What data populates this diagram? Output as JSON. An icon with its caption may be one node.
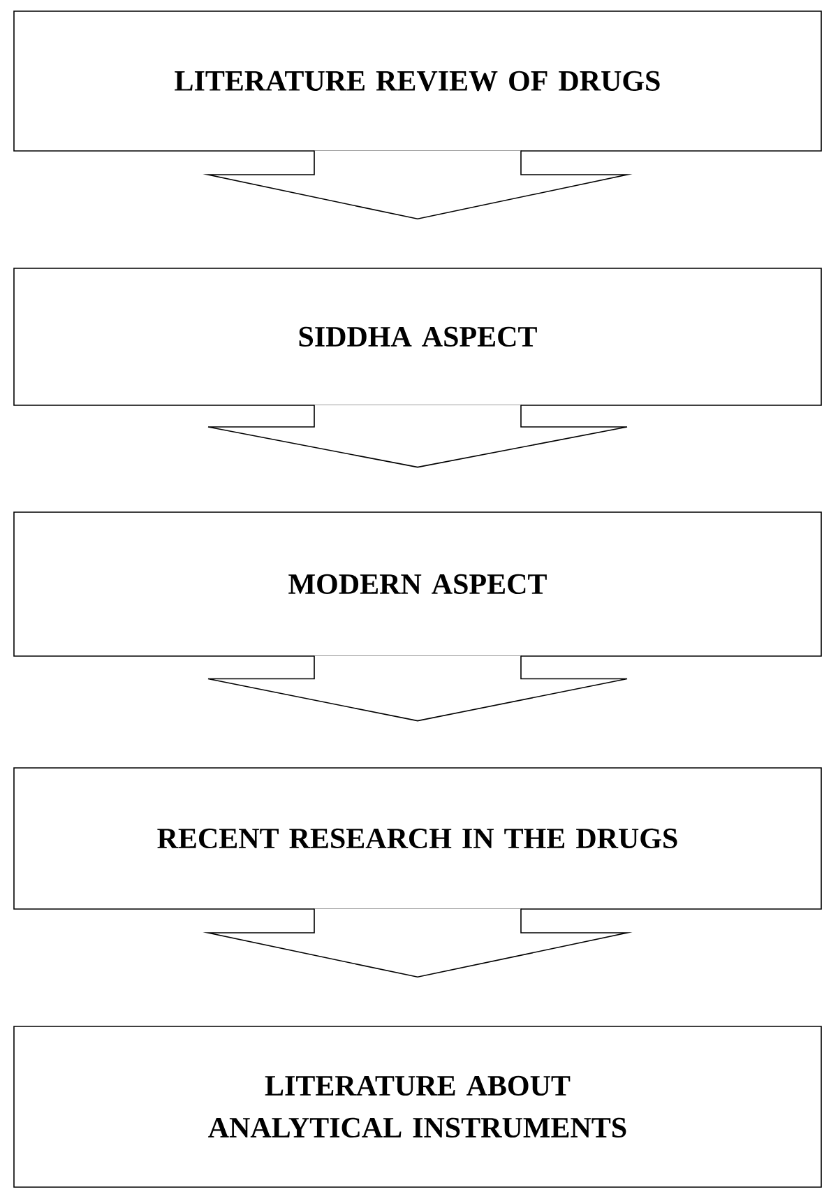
{
  "diagram": {
    "nodes": [
      {
        "text": [
          "LITERATURE REVIEW OF DRUGS"
        ]
      },
      {
        "text": [
          "SIDDHA ASPECT"
        ]
      },
      {
        "text": [
          "MODERN ASPECT"
        ]
      },
      {
        "text": [
          "RECENT RESEARCH IN THE DRUGS"
        ]
      },
      {
        "text": [
          "LITERATURE ABOUT ANALYTICAL INSTRUMENTS"
        ]
      }
    ],
    "edges": [
      {
        "from": 0,
        "to": 1,
        "arrow": "to"
      },
      {
        "from": 1,
        "to": 2,
        "arrow": "to"
      },
      {
        "from": 2,
        "to": 3,
        "arrow": "to"
      },
      {
        "from": 3,
        "to": 4,
        "arrow": "to"
      }
    ]
  }
}
